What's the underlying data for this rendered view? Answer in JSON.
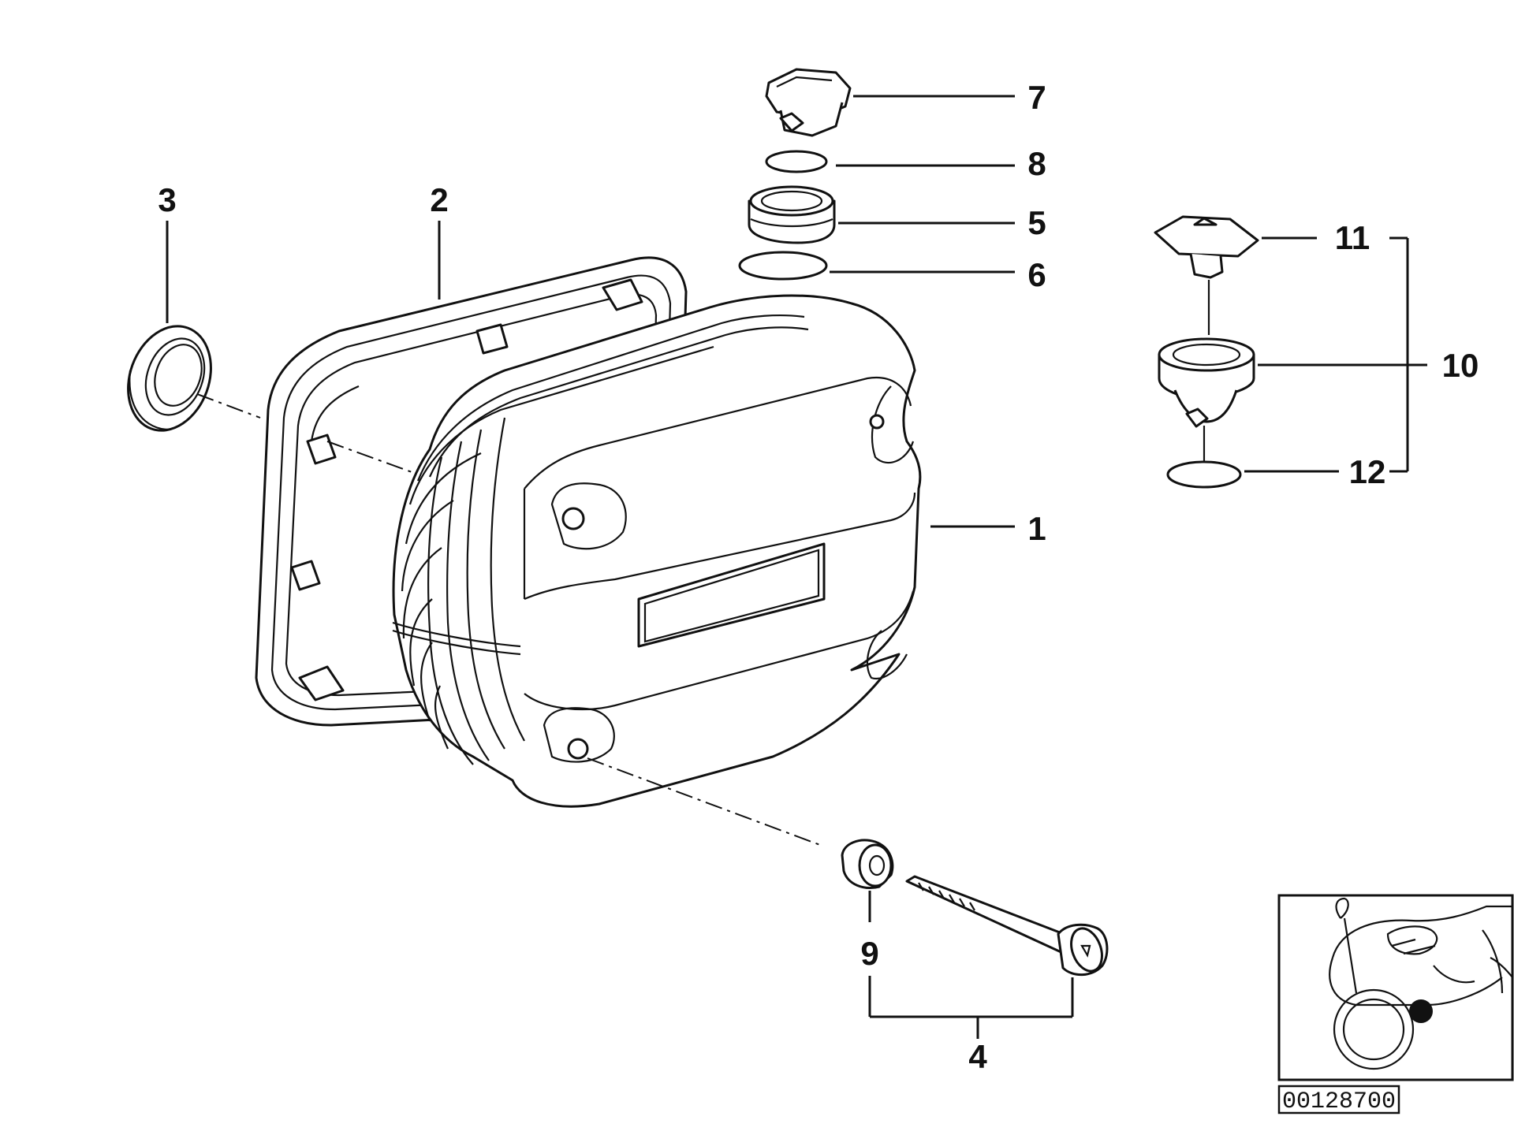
{
  "callouts": {
    "c1": "1",
    "c2": "2",
    "c3": "3",
    "c4": "4",
    "c5": "5",
    "c6": "6",
    "c7": "7",
    "c8": "8",
    "c9": "9",
    "c10": "10",
    "c11": "11",
    "c12": "12"
  },
  "reference_number": "00128700"
}
